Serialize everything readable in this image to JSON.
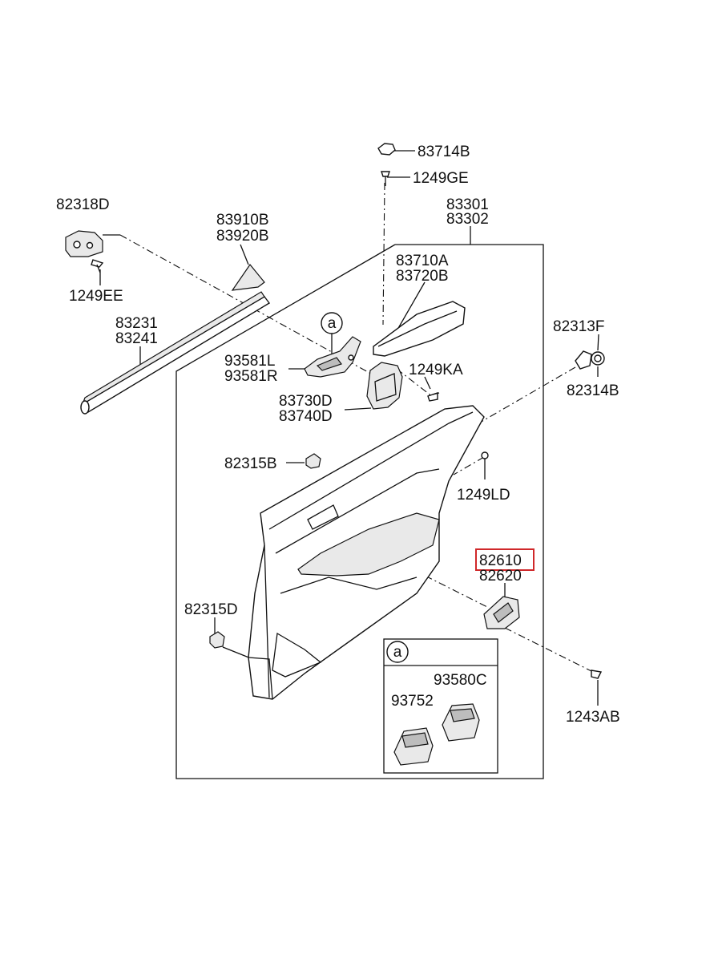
{
  "callouts": {
    "p83714B": "83714B",
    "p1249GE": "1249GE",
    "p83301": "83301",
    "p83302": "83302",
    "p82318D": "82318D",
    "p1249EE": "1249EE",
    "p83910B": "83910B",
    "p83920B": "83920B",
    "p83231": "83231",
    "p83241": "83241",
    "p83710A": "83710A",
    "p83720B": "83720B",
    "p82313F": "82313F",
    "p82314B": "82314B",
    "p93581L": "93581L",
    "p93581R": "93581R",
    "p1249KA": "1249KA",
    "p83730D": "83730D",
    "p83740D": "83740D",
    "p82315B_top": "82315B",
    "p1249LD": "1249LD",
    "p82610": "82610",
    "p82620": "82620",
    "p82315D": "82315D",
    "p1243AB": "1243AB",
    "p93580C": "93580C",
    "p93752": "93752"
  },
  "detail_marker": "a",
  "detail_box_marker": "a",
  "highlight": {
    "part": "82610",
    "color": "#d0282a"
  }
}
